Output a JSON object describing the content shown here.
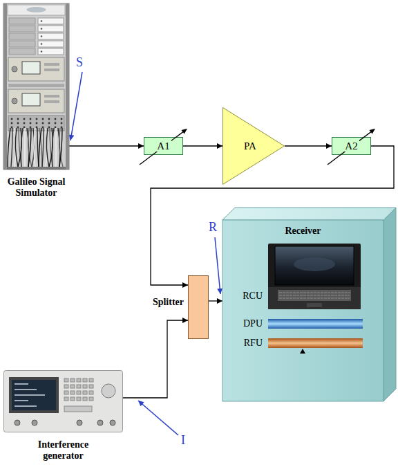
{
  "diagram": {
    "nodes": [
      {
        "text": [
          "Galileo Signal Simulator"
        ]
      },
      {
        "text": [
          "A1"
        ]
      },
      {
        "text": [
          "PA"
        ]
      },
      {
        "text": [
          "A2"
        ]
      },
      {
        "text": [
          "Splitter"
        ]
      },
      {
        "text": [
          "Receiver"
        ]
      },
      {
        "text": [
          "RCU"
        ],
        "in": 5
      },
      {
        "text": [
          "DPU"
        ],
        "in": 5
      },
      {
        "text": [
          "RFU"
        ],
        "in": 5
      },
      {
        "text": [
          "Interference generator"
        ]
      }
    ],
    "edges": [
      {
        "from": 0,
        "to": 1,
        "arrow": "to"
      },
      {
        "from": 1,
        "to": 2,
        "arrow": "to"
      },
      {
        "from": 2,
        "to": 3,
        "arrow": "to"
      },
      {
        "from": 3,
        "to": 4,
        "arrow": "to"
      },
      {
        "from": 9,
        "to": 4,
        "arrow": "to"
      },
      {
        "from": 4,
        "to": 5,
        "arrow": "to"
      },
      {
        "from": 6,
        "to": 7,
        "arrow": "both"
      },
      {
        "from": 7,
        "to": 8,
        "arrow": "both"
      }
    ],
    "labels": [
      "S",
      "R",
      "I"
    ]
  }
}
